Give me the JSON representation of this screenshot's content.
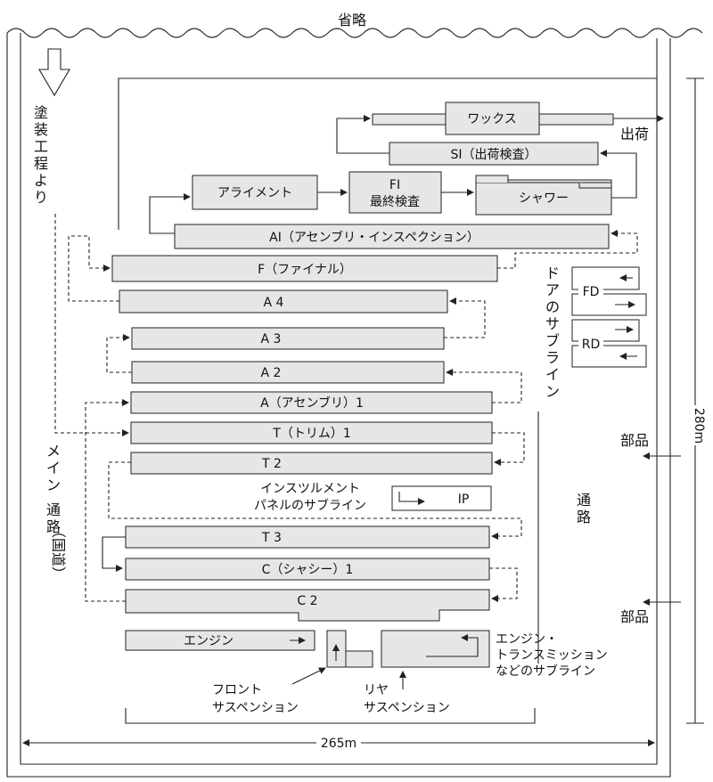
{
  "top_label": "省略",
  "inflow_label": [
    "塗",
    "装",
    "工",
    "程",
    "よ",
    "り"
  ],
  "main_aisle_label": [
    "メ",
    "イ",
    "ン",
    "通",
    "路"
  ],
  "main_aisle_sub": "（国道）",
  "right_aisle_label": [
    "通",
    "路"
  ],
  "door_subline_label": [
    "ド",
    "ア",
    "の",
    "サ",
    "ブ",
    "ラ",
    "イ",
    "ン"
  ],
  "stations": {
    "wax": "ワックス",
    "si": "SI（出荷検査）",
    "alignment": "アライメント",
    "fi_line1": "FI",
    "fi_line2": "最終検査",
    "shower": "シャワー",
    "ai": "AI（アセンブリ・インスペクション）",
    "final": "F（ファイナル）",
    "a4": "A 4",
    "a3": "A 3",
    "a2": "A 2",
    "a1": "A（アセンブリ）1",
    "t1": "T（トリム）1",
    "t2": "T 2",
    "t3": "T 3",
    "c1": "C（シャシー）1",
    "c2": "C 2",
    "ip": "IP",
    "fd": "FD",
    "rd": "RD",
    "engine": "エンジン"
  },
  "shipping_label": "出荷",
  "ip_subline_line1": "インスツルメント",
  "ip_subline_line2": "パネルのサブライン",
  "engine_subline_line1": "エンジン・",
  "engine_subline_line2": "トランスミッション",
  "engine_subline_line3": "などのサブライン",
  "front_susp_line1": "フロント",
  "front_susp_line2": "サスペンション",
  "rear_susp_line1": "リヤ",
  "rear_susp_line2": "サスペンション",
  "parts_label": "部品",
  "width_dim": "265m",
  "height_dim": "280m"
}
